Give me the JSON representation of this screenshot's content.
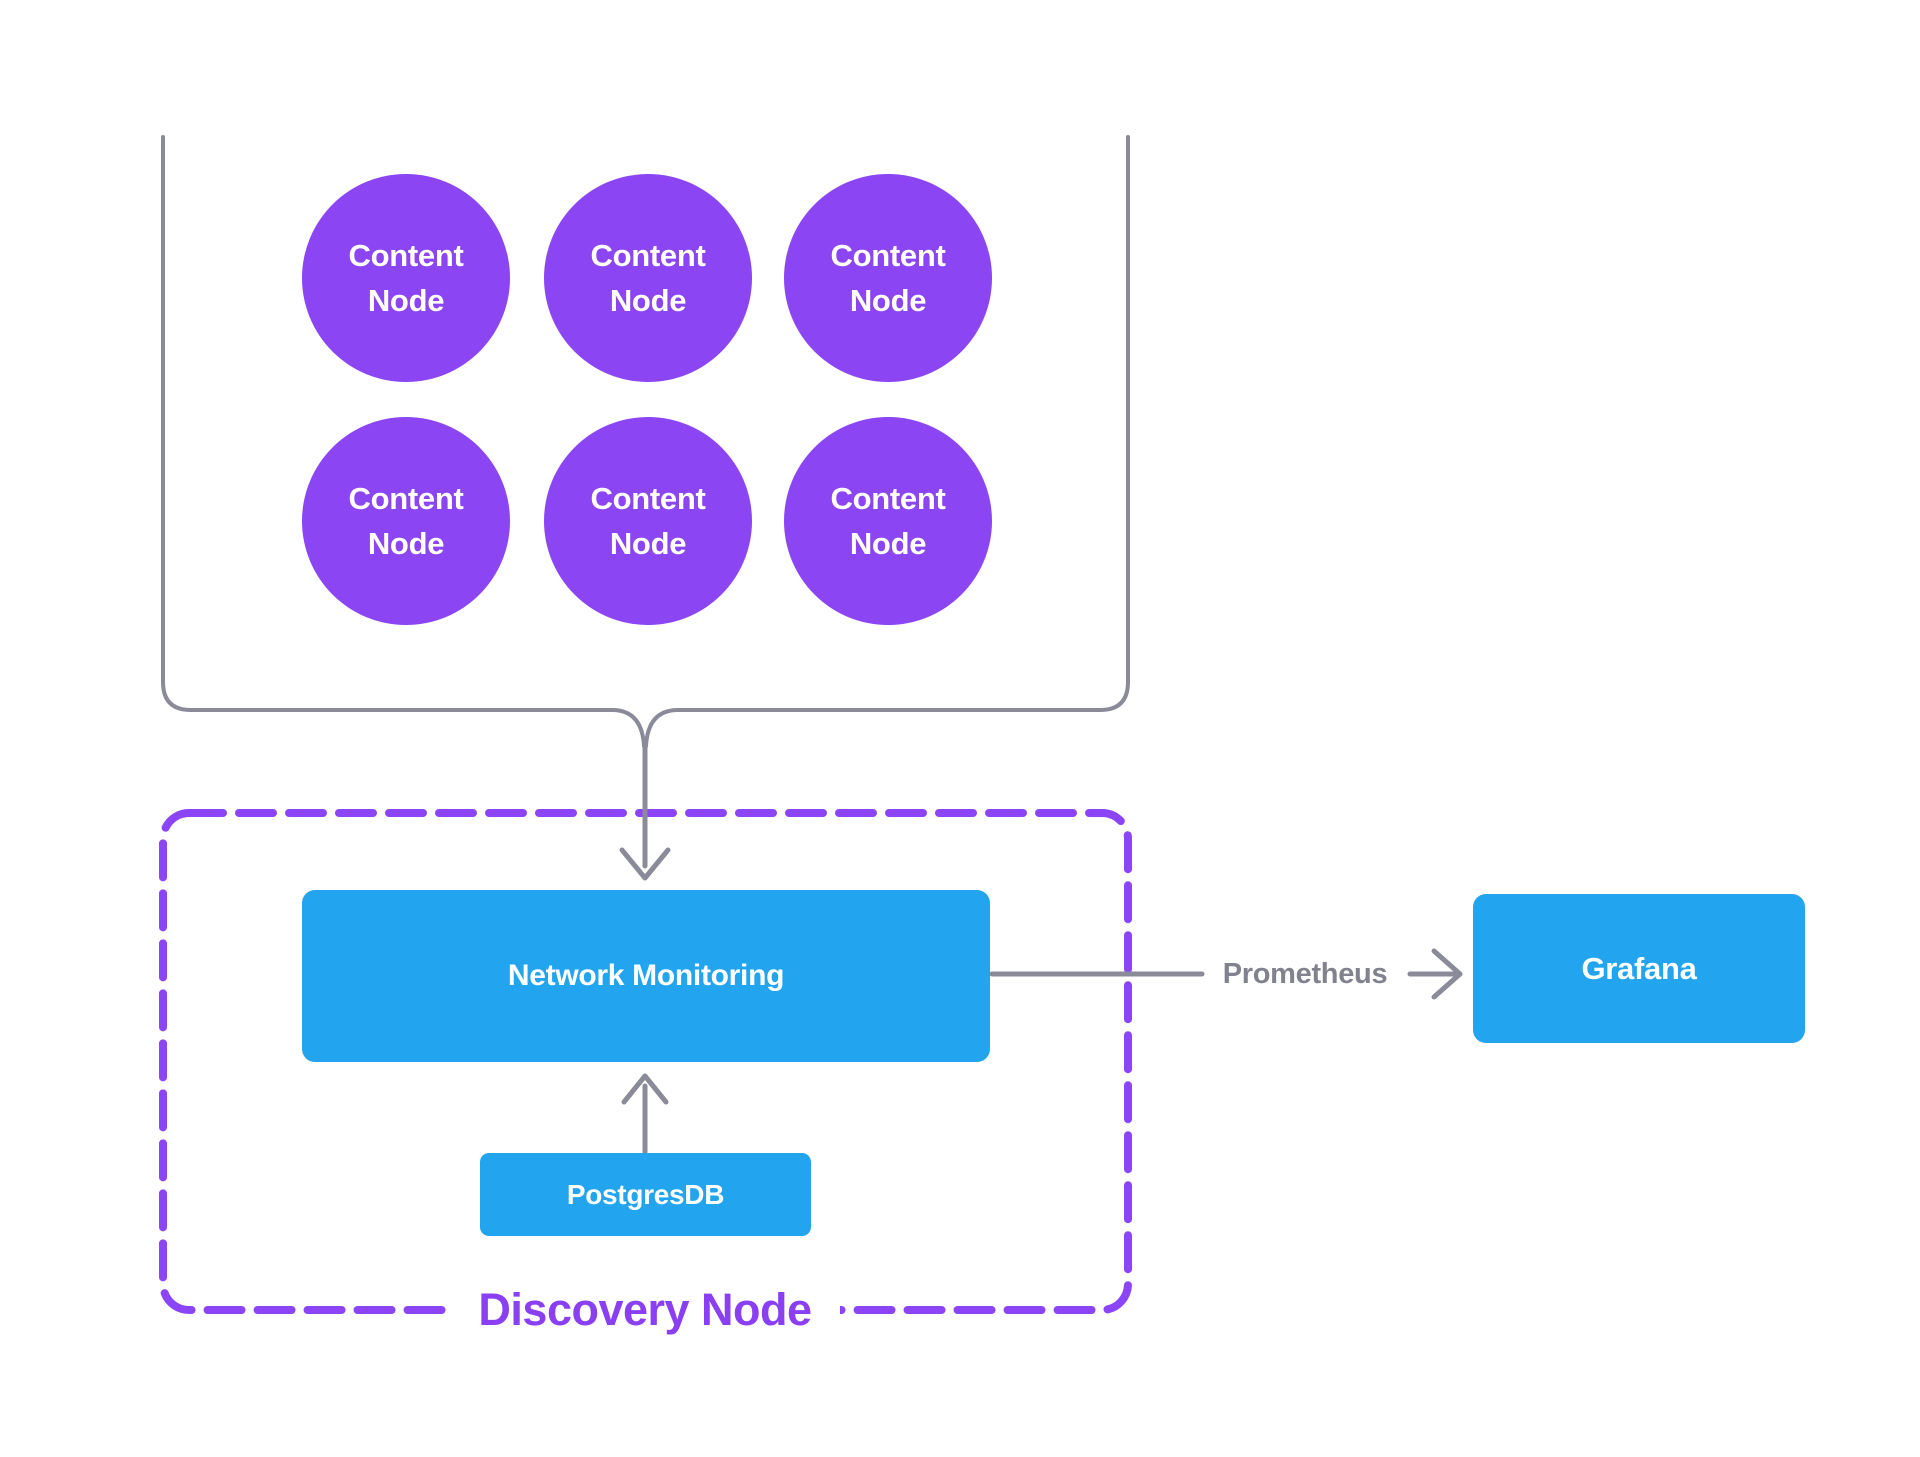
{
  "colors": {
    "background": "#FFFFFF",
    "content_node_purple": "#8B45F2",
    "dashed_border_purple": "#8B45F7",
    "discovery_label_purple": "#8A3FF2",
    "box_blue": "#22A4EE",
    "connector_gray": "#8A8A99",
    "prometheus_text_gray": "#82828F",
    "node_text_white": "#FFFFFF"
  },
  "content_cluster": {
    "nodes": [
      {
        "line1": "Content",
        "line2": "Node"
      },
      {
        "line1": "Content",
        "line2": "Node"
      },
      {
        "line1": "Content",
        "line2": "Node"
      },
      {
        "line1": "Content",
        "line2": "Node"
      },
      {
        "line1": "Content",
        "line2": "Node"
      },
      {
        "line1": "Content",
        "line2": "Node"
      }
    ]
  },
  "discovery_node": {
    "title": "Discovery Node",
    "network_monitoring": {
      "label": "Network Monitoring"
    },
    "postgres": {
      "label": "PostgresDB"
    }
  },
  "monitoring_flow": {
    "prometheus_label": "Prometheus",
    "grafana_label": "Grafana"
  }
}
